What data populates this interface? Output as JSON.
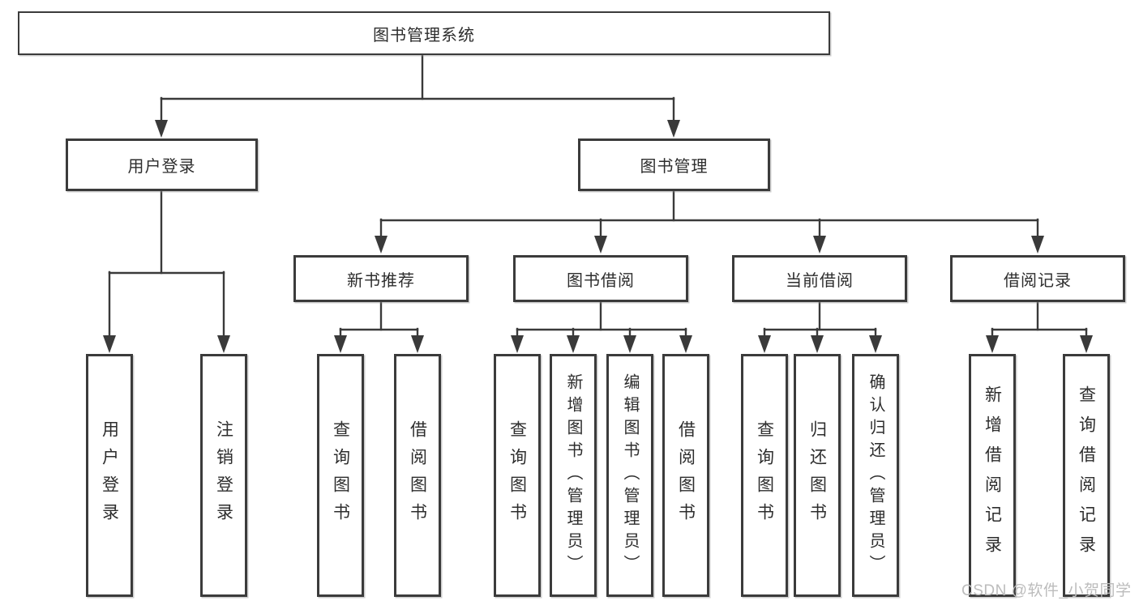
{
  "diagram": {
    "title": "图书管理系统",
    "branches": [
      {
        "label": "用户登录",
        "leaves": [
          "用户登录",
          "注销登录"
        ]
      },
      {
        "label": "图书管理",
        "sections": [
          {
            "label": "新书推荐",
            "leaves": [
              "查询图书",
              "借阅图书"
            ]
          },
          {
            "label": "图书借阅",
            "leaves": [
              "查询图书",
              "新增图书（管理员）",
              "编辑图书（管理员）",
              "借阅图书"
            ]
          },
          {
            "label": "当前借阅",
            "leaves": [
              "查询图书",
              "归还图书",
              "确认归还（管理员）"
            ]
          },
          {
            "label": "借阅记录",
            "leaves": [
              "新增借阅记录",
              "查询借阅记录"
            ]
          }
        ]
      }
    ]
  },
  "watermark": {
    "text": "CSDN @软件_小贺同学"
  },
  "colors": {
    "line": "#3a3a3a",
    "box_border": "#3b3b3b",
    "text": "#2d2d2d",
    "watermark": "#bcbcbc",
    "background": "#ffffff"
  }
}
